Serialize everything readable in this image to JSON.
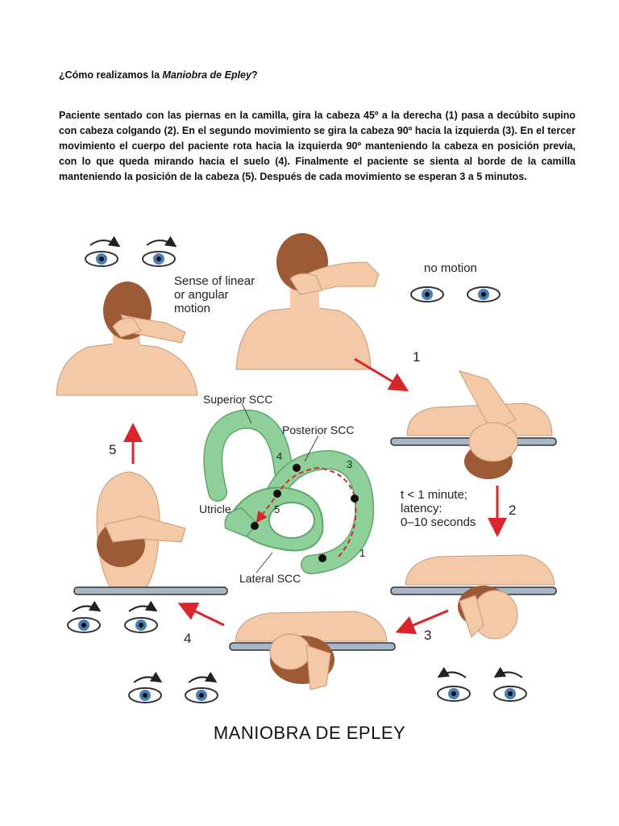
{
  "question": {
    "prefix": "¿Cómo realizamos la ",
    "italic": "Maniobra de Epley",
    "suffix": "?"
  },
  "paragraph": "Paciente sentado con las piernas en la camilla, gira la cabeza 45º a la derecha (1) pasa a decúbito supino con cabeza colgando (2). En el segundo movimiento se gira la cabeza 90º hacia la izquierda (3). En el tercer movimiento el cuerpo del paciente rota hacia la izquierda 90º manteniendo la cabeza en posición previa, con lo que queda mirando hacia el suelo (4). Finalmente el paciente se sienta al borde de la camilla manteniendo la posición de la cabeza (5). Después de cada movimiento se esperan 3 a 5 minutos.",
  "figure": {
    "sense_label": [
      "Sense of linear",
      "or angular",
      "motion"
    ],
    "no_motion": "no motion",
    "superior_scc": "Superior SCC",
    "posterior_scc": "Posterior SCC",
    "lateral_scc": "Lateral SCC",
    "utricle": "Utricle",
    "latency": [
      "t < 1 minute;",
      "latency:",
      "0–10 seconds"
    ],
    "step1": "1",
    "step2": "2",
    "step3": "3",
    "step4": "4",
    "step5": "5",
    "canal_1": "1",
    "canal_3": "3",
    "canal_4": "4",
    "canal_5": "5",
    "caption": "MANIOBRA DE EPLEY",
    "colors": {
      "skin": "#f3c9a8",
      "hair": "#9c5a35",
      "canal": "#8fd09a",
      "arrow": "#d8262c",
      "table": "#a9b6c8"
    }
  }
}
